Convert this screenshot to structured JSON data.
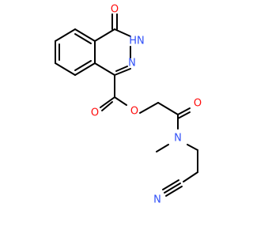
{
  "structure": {
    "colors": {
      "bond": "#000000",
      "oxygen": "#ff0d0d",
      "nitrogen": "#3050f8",
      "background": "#ffffff"
    },
    "atom_labels": {
      "carbonyl_oxygen_top": "O",
      "ring_nh": "HN",
      "ring_n": "N",
      "ester_carbonyl_oxygen": "O",
      "ester_oxygen": "O",
      "amide_oxygen": "O",
      "amide_nitrogen": "N",
      "nitrile_nitrogen": "N"
    }
  }
}
